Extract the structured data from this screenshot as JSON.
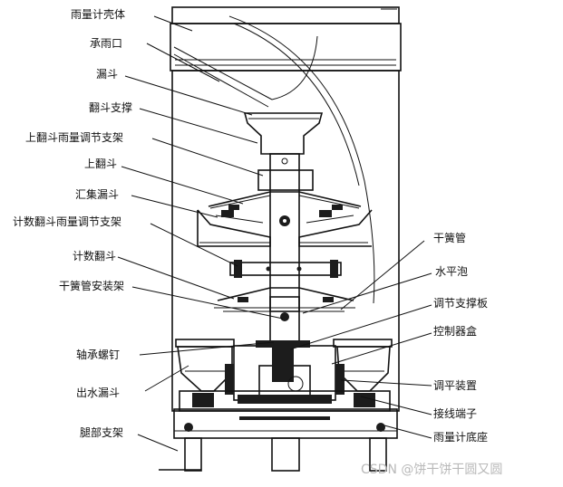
{
  "labels": {
    "left": [
      "雨量计壳体",
      "承雨口",
      "漏斗",
      "翻斗支撑",
      "上翻斗雨量调节支架",
      "上翻斗",
      "汇集漏斗",
      "计数翻斗雨量调节支架",
      "计数翻斗",
      "干簧管安装架",
      "轴承螺钉",
      "出水漏斗",
      "腿部支架"
    ],
    "right": [
      "干簧管",
      "水平泡",
      "调节支撑板",
      "控制器盒",
      "调平装置",
      "接线端子",
      "雨量计底座"
    ]
  },
  "watermark": "CSDN @饼干饼干圆又圆",
  "colors": {
    "ink": "#111111",
    "background": "#ffffff",
    "watermark": "#b9b9b9"
  }
}
